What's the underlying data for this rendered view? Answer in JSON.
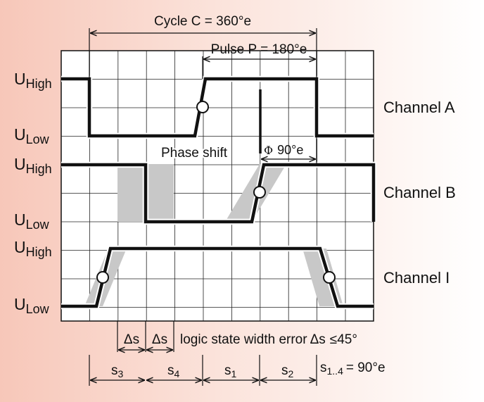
{
  "colors": {
    "grid_bg": "#ffffff",
    "signal": "#111111",
    "uncertainty": "#c8c8c8"
  },
  "annotations": {
    "cycle": "Cycle C = 360°e",
    "pulse": "Pulse P = 180°e",
    "phase_shift": "Phase shift",
    "phase_phi": "Φ",
    "phase_value": "90°e",
    "delta_s": "Δs",
    "width_error_text": "logic state width error",
    "width_error_delta": "Δs",
    "width_error_value": "≤45°"
  },
  "levels": {
    "u": "U",
    "high": "High",
    "low": "Low"
  },
  "channels": {
    "a": "Channel A",
    "b": "Channel B",
    "i": "Channel I"
  },
  "states": {
    "s": "s",
    "s3_index": "3",
    "s4_index": "4",
    "s1_index": "1",
    "s2_index": "2",
    "all_index": "1..4",
    "all_value": "= 90°e"
  }
}
